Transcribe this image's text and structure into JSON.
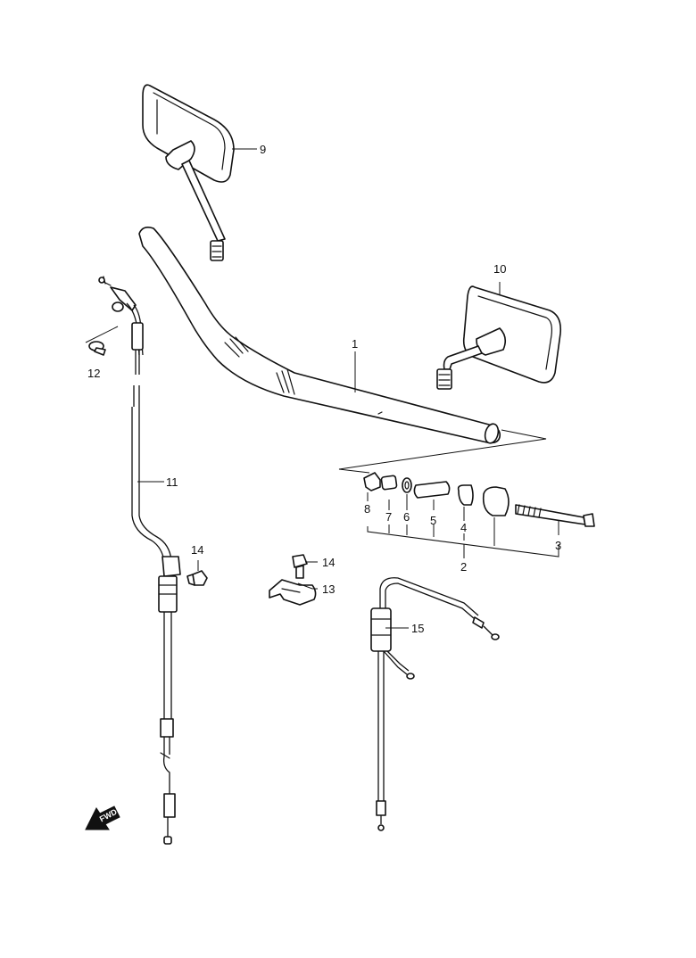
{
  "callouts": {
    "c1": "1",
    "c2": "2",
    "c3": "3",
    "c4": "4",
    "c5": "5",
    "c6": "6",
    "c7": "7",
    "c8": "8",
    "c9": "9",
    "c10": "10",
    "c11": "11",
    "c12": "12",
    "c13": "13",
    "c14a": "14",
    "c14b": "14",
    "c15": "15"
  },
  "fwd_arrow": {
    "label": "FWD",
    "icon": "forward-arrow-icon"
  }
}
